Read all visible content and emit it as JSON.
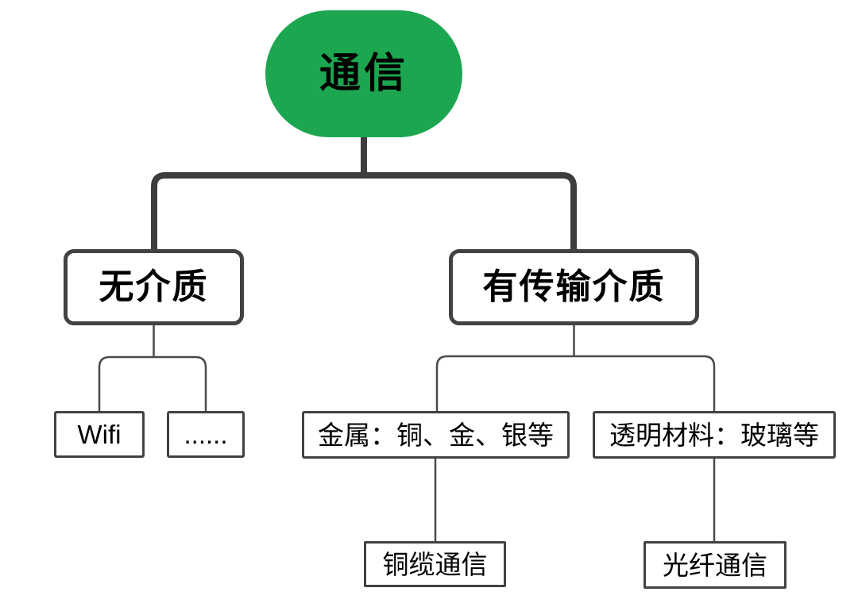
{
  "diagram_type": "tree-mindmap",
  "tree": {
    "root": {
      "label": "通信",
      "children": [
        {
          "label": "无介质",
          "children": [
            {
              "label": "Wifi"
            },
            {
              "label": "......"
            }
          ]
        },
        {
          "label": "有传输介质",
          "children": [
            {
              "label": "金属：铜、金、银等",
              "children": [
                {
                  "label": "铜缆通信"
                }
              ]
            },
            {
              "label": "透明材料：玻璃等",
              "children": [
                {
                  "label": "光纤通信"
                }
              ]
            }
          ]
        }
      ]
    }
  },
  "colors": {
    "background": "#ffffff",
    "root_fill": "#1CA64F",
    "node_fill": "#ffffff",
    "node_border": "#424242",
    "connector_thick": "#3d3d3d",
    "connector_thin": "#4a4a4a",
    "text": "#000000"
  }
}
